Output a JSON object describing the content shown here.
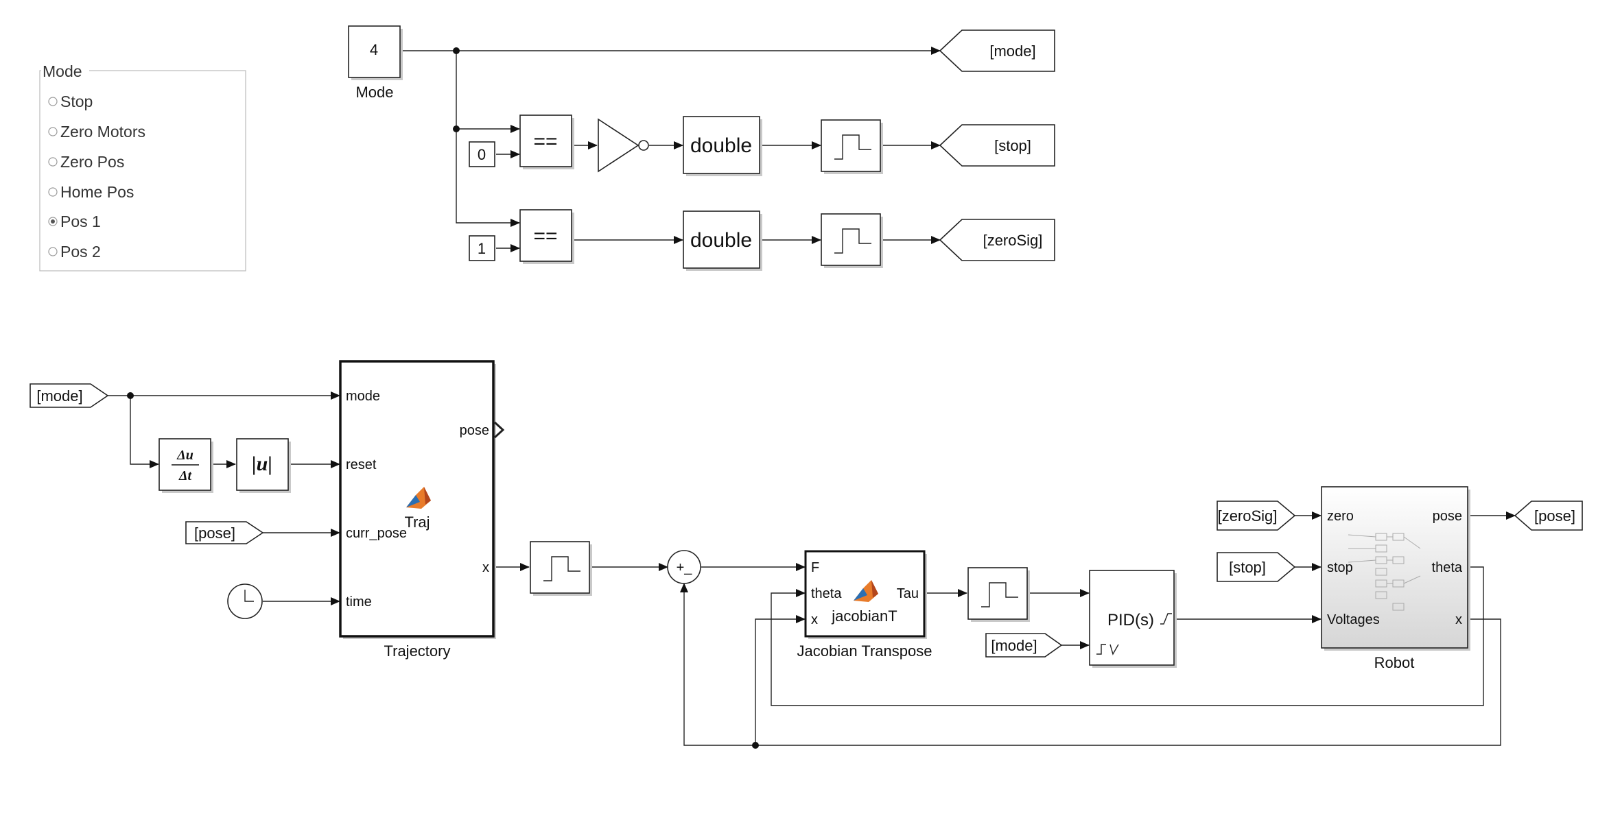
{
  "mode_panel": {
    "title": "Mode",
    "options": [
      "Stop",
      "Zero Motors",
      "Zero Pos",
      "Home Pos",
      "Pos 1",
      "Pos 2"
    ],
    "selected": "Pos 1"
  },
  "top": {
    "constant_value": "4",
    "constant_label": "Mode",
    "goto_mode": "[mode]",
    "goto_stop": "[stop]",
    "goto_zero": "[zeroSig]",
    "const0": "0",
    "const1": "1",
    "eq1": "==",
    "eq2": "==",
    "double1": "double",
    "double2": "double"
  },
  "bottom": {
    "from_mode": "[mode]",
    "from_pose": "[pose]",
    "derivative_num": "Δu",
    "derivative_den": "Δt",
    "abs_label": "|u|",
    "traj_ports_in": [
      "mode",
      "reset",
      "curr_pose",
      "time"
    ],
    "traj_port_pose": "pose",
    "traj_port_x": "x",
    "traj_name": "Traj",
    "traj_label": "Trajectory",
    "sum_signs": "+_",
    "jac_ports_in": [
      "F",
      "theta",
      "x"
    ],
    "jac_port_out": "Tau",
    "jac_name": "jacobianT",
    "jac_label": "Jacobian Transpose",
    "from_mode2": "[mode]",
    "pid_label": "PID(s)",
    "from_zero": "[zeroSig]",
    "from_stop": "[stop]",
    "robot_ports_in": [
      "zero",
      "stop",
      "Voltages"
    ],
    "robot_ports_out": [
      "pose",
      "theta",
      "x"
    ],
    "robot_label": "Robot",
    "goto_pose": "[pose]"
  }
}
